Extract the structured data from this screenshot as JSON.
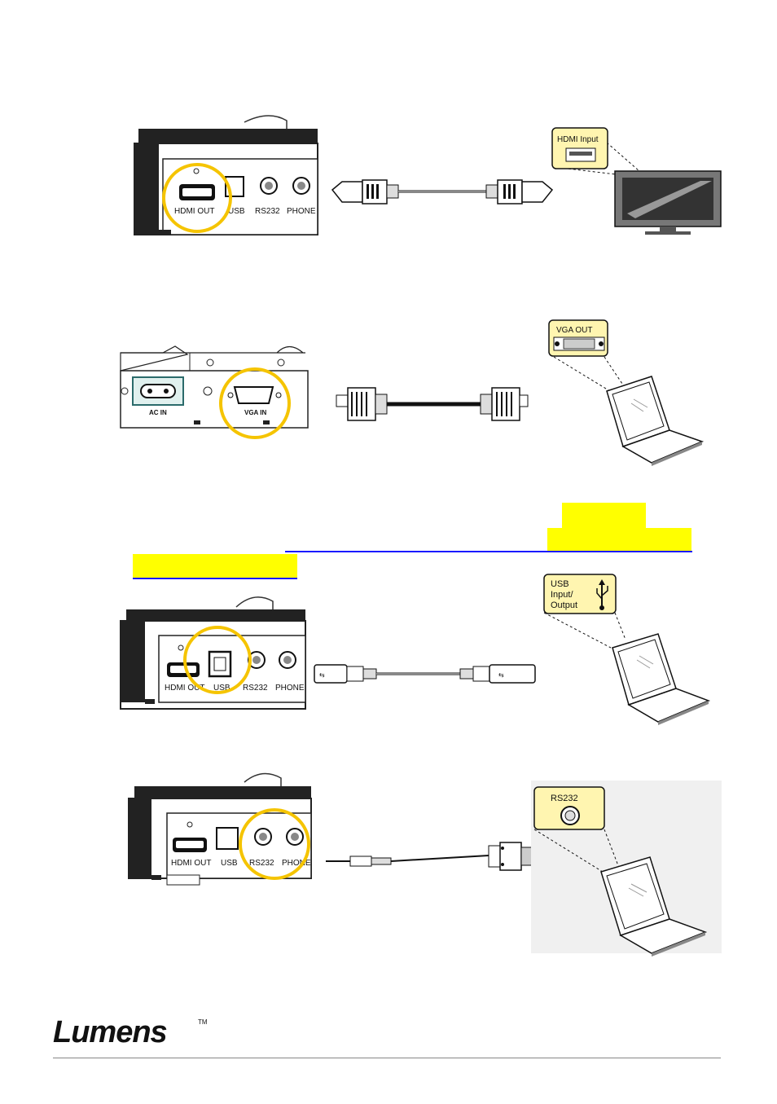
{
  "section1": {
    "device_labels": {
      "hdmi": "HDMI OUT",
      "usb": "USB",
      "rs232": "RS232",
      "phone": "PHONE"
    },
    "callout": "HDMI Input"
  },
  "section2": {
    "device_labels": {
      "ac": "AC IN",
      "vga": "VGA IN"
    },
    "callout": "VGA OUT"
  },
  "section3": {
    "device_labels": {
      "hdmi": "HDMI OUT",
      "usb": "USB",
      "rs232": "RS232",
      "phone": "PHONE"
    },
    "callout": [
      "USB",
      "Input/",
      "Output"
    ]
  },
  "section4": {
    "device_labels": {
      "hdmi": "HDMI OUT",
      "usb": "USB",
      "rs232": "RS232",
      "phone": "PHONE"
    },
    "callout": "RS232"
  },
  "footer": {
    "logo": "Lumens",
    "trademark": "TM"
  },
  "colors": {
    "circle": "#f5c400",
    "highlight": "#ffff00",
    "link": "#1a1aff",
    "callout_bg": "#fff5b0"
  }
}
